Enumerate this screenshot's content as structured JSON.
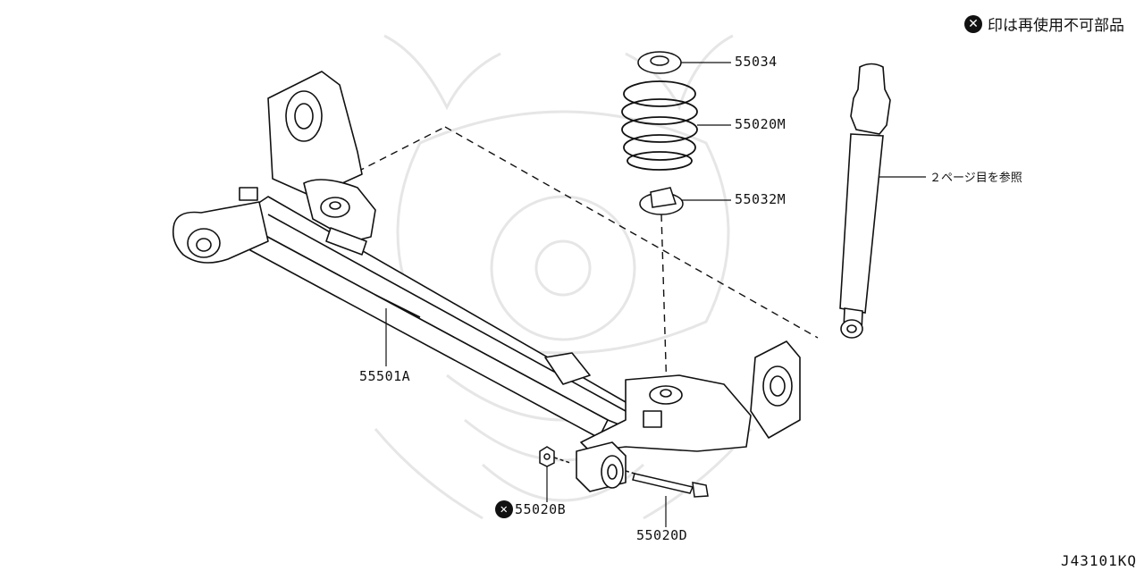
{
  "legend": {
    "icon": "x-circle-icon",
    "text": "印は再使用不可部品"
  },
  "parts": {
    "p55034": "55034",
    "p55020M": "55020M",
    "p55032M": "55032M",
    "shock_ref": "２ページ目を参照",
    "p55501A": "55501A",
    "p55020B": "55020B",
    "p55020D": "55020D"
  },
  "non_reusable_marker": "✕",
  "diagram_code": "J43101KQ",
  "colors": {
    "line": "#111111",
    "watermark": "#e4e4e4"
  }
}
